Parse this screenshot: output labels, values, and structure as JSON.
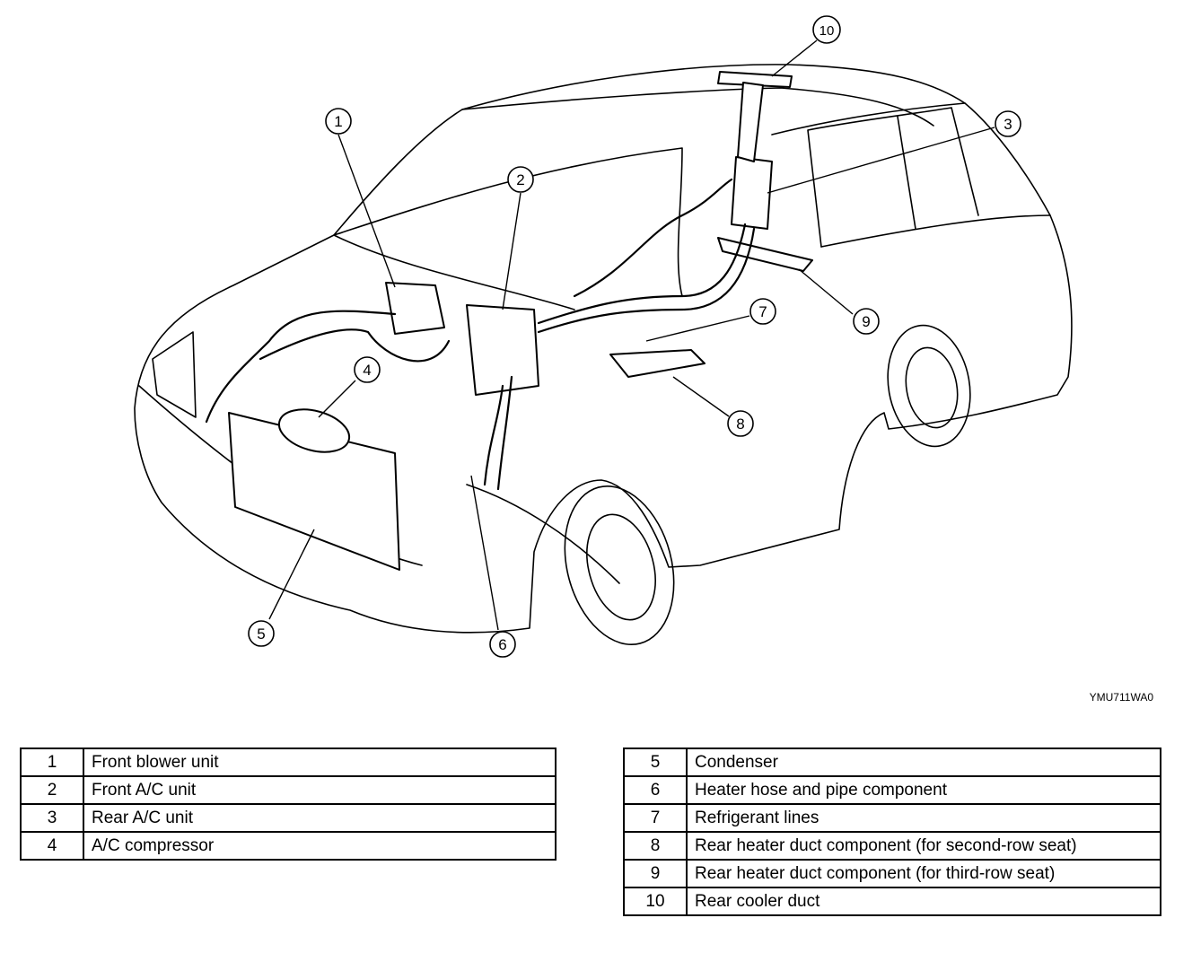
{
  "diagram_code": "YMU711WA0",
  "legend": [
    {
      "num": "1",
      "label": "Front blower unit"
    },
    {
      "num": "2",
      "label": "Front A/C unit"
    },
    {
      "num": "3",
      "label": "Rear A/C unit"
    },
    {
      "num": "4",
      "label": "A/C compressor"
    },
    {
      "num": "5",
      "label": "Condenser"
    },
    {
      "num": "6",
      "label": "Heater hose and pipe component"
    },
    {
      "num": "7",
      "label": "Refrigerant lines"
    },
    {
      "num": "8",
      "label": "Rear heater duct component (for second-row seat)"
    },
    {
      "num": "9",
      "label": "Rear heater duct component (for third-row seat)"
    },
    {
      "num": "10",
      "label": "Rear cooler duct"
    }
  ]
}
